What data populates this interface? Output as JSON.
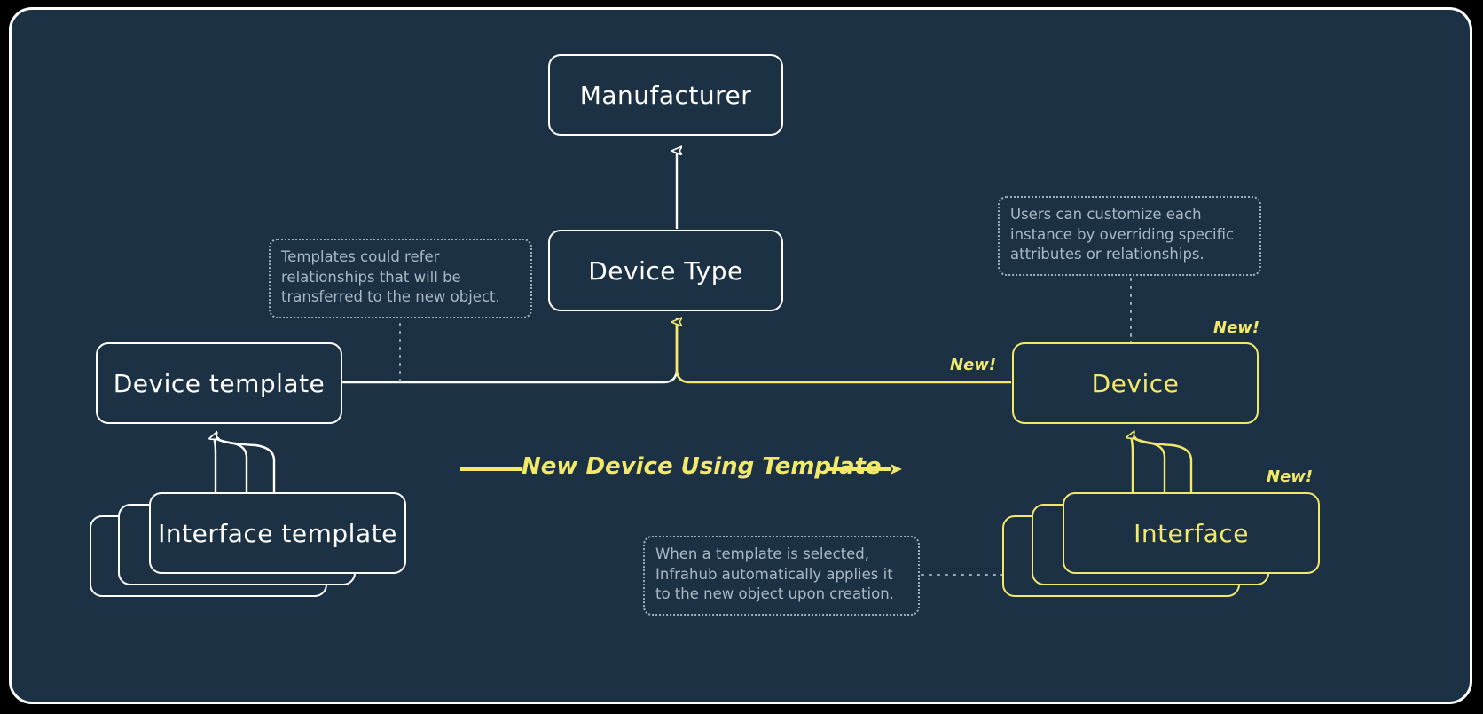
{
  "diagram": {
    "title": "Infrahub device template object creation flow",
    "colors": {
      "background": "#1c3144",
      "frame_border": "#ffffff",
      "template_stroke": "#ffffff",
      "new_object_accent": "#f2e96b",
      "note_text": "#a9b8c4",
      "note_border": "#9fb0bd"
    },
    "nodes": {
      "manufacturer": {
        "label": "Manufacturer"
      },
      "device_type": {
        "label": "Device Type"
      },
      "device_template": {
        "label": "Device template"
      },
      "interface_template": {
        "label": "Interface template"
      },
      "device": {
        "label": "Device"
      },
      "interface": {
        "label": "Interface"
      }
    },
    "badges": {
      "device_top": "New!",
      "device_left": "New!",
      "interface_top": "New!"
    },
    "flow": {
      "label": "New Device Using Template"
    },
    "notes": {
      "templates_refer": {
        "text": "Templates could refer\nrelationships that will be\ntransferred to the new object."
      },
      "users_customize": {
        "text": "Users can customize each\ninstance by overriding specific\nattributes or relationships."
      },
      "auto_apply": {
        "text": "When a template is selected,\nInfrahub automatically applies it\nto the new object upon creation."
      }
    }
  }
}
